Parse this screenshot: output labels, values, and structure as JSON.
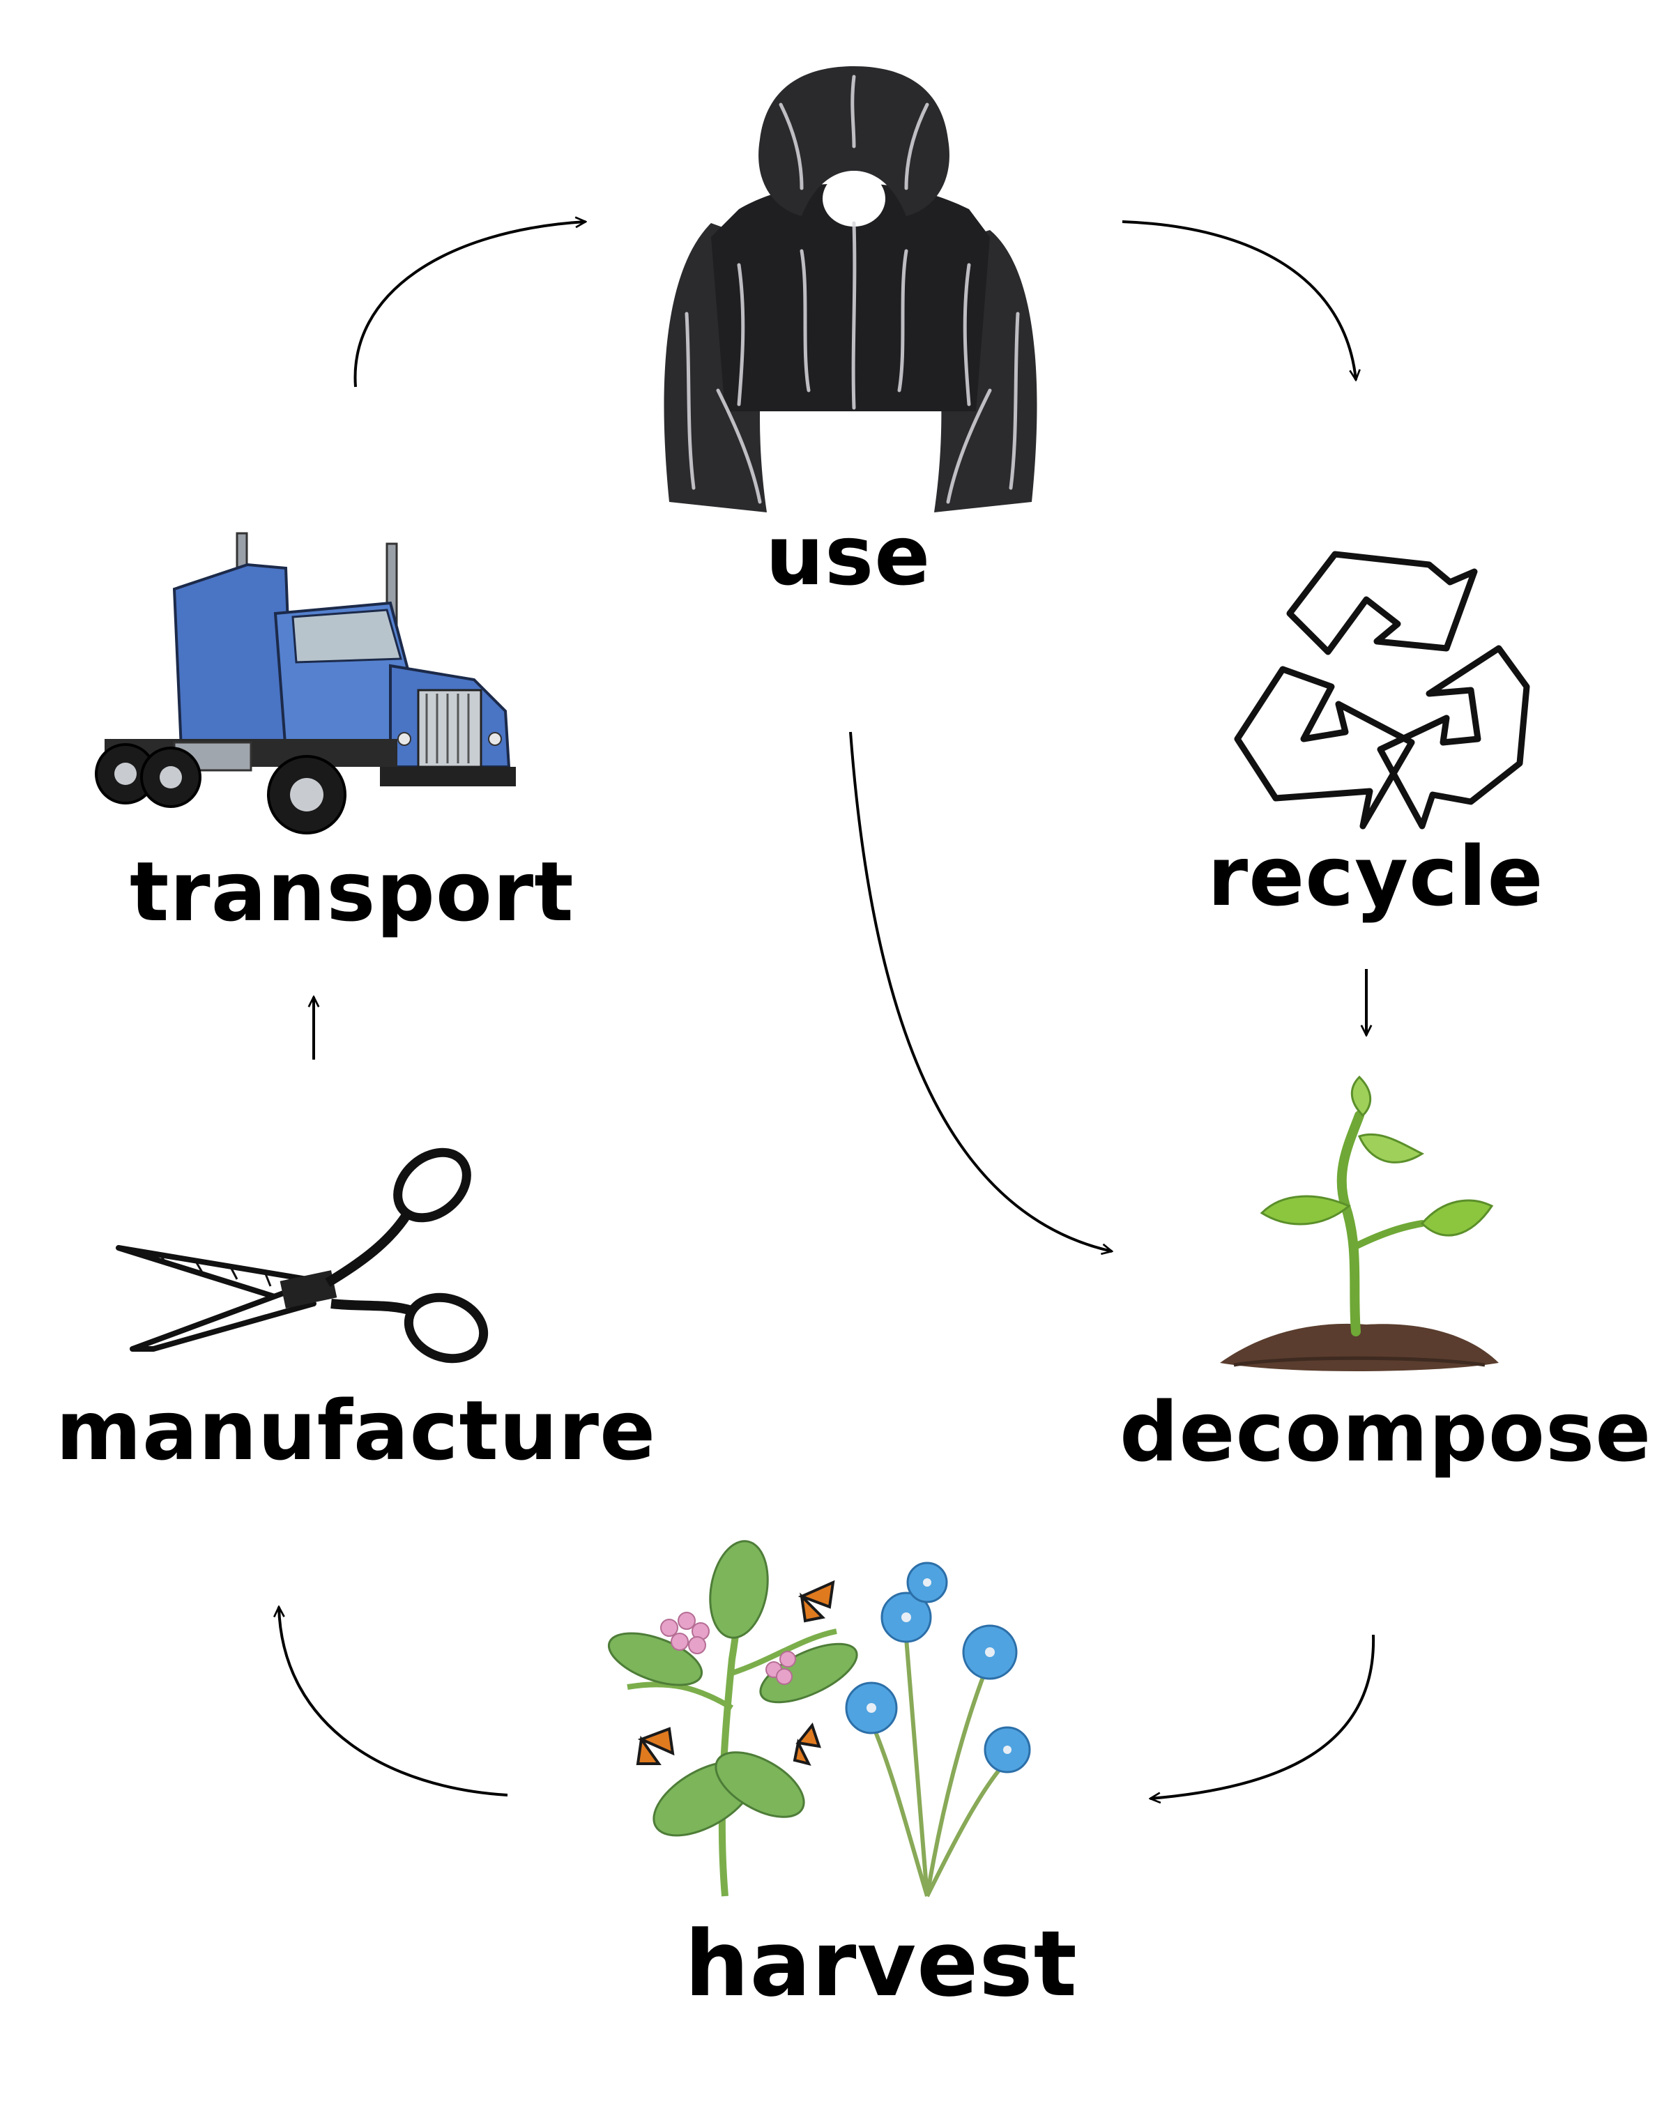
{
  "diagram": {
    "stages": {
      "use": "use",
      "recycle": "recycle",
      "decompose": "decompose",
      "harvest": "harvest",
      "manufacture": "manufacture",
      "transport": "transport"
    },
    "illustrations": {
      "use": "fur-jacket-icon",
      "recycle": "recycle-symbol-icon",
      "decompose": "seedling-icon",
      "harvest": "plants-butterflies-icon",
      "manufacture": "scissors-icon",
      "transport": "truck-icon"
    },
    "colors": {
      "truck": "#4a74c4",
      "leaf": "#8cc63f",
      "soil": "#5a3d2e",
      "flower_blue": "#4fa3e0",
      "flower_pink": "#e6a2c8",
      "butterfly": "#e07a1f"
    }
  }
}
